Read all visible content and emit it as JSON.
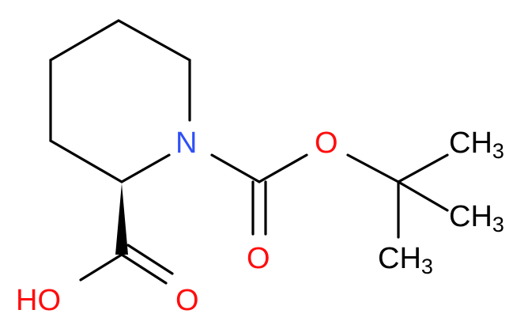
{
  "molecule": {
    "atoms": {
      "n1": "N",
      "o_ester": "O",
      "o_carbonyl_boc": "O",
      "o_carbonyl_acid": "O",
      "oh": "HO"
    },
    "methyls": [
      {
        "main": "CH",
        "sub": "3"
      },
      {
        "main": "CH",
        "sub": "3"
      },
      {
        "main": "CH",
        "sub": "3"
      }
    ]
  }
}
